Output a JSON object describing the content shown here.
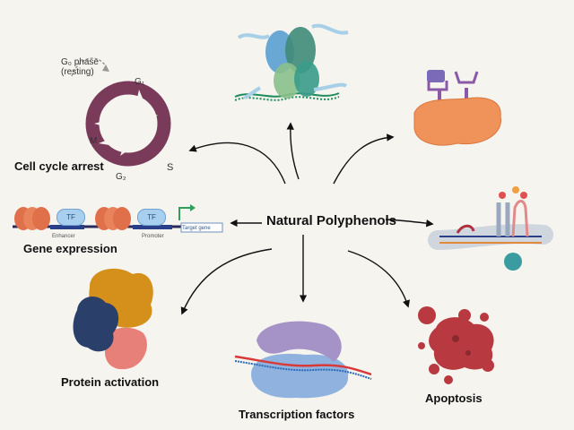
{
  "center": {
    "label": "Natural Polyphenols"
  },
  "effects": {
    "cell_cycle_arrest": "Cell cycle arrest",
    "gene_expression": "Gene expression",
    "protein_activation": "Protein activation",
    "transcription_factors": "Transcription factors",
    "apoptosis": "Apoptosis"
  },
  "cell_cycle": {
    "g0_phase": "G₀ phase",
    "g0_note": "(resting)",
    "g1": "G₁",
    "m": "M",
    "s": "S",
    "g2": "G₂"
  },
  "gene_diagram": {
    "tf1": "TF",
    "tf2": "TF",
    "enhancer": "Enhancer",
    "promoter": "Promoter",
    "target_gene": "Target gene"
  },
  "colors": {
    "cycle_ring": "#7a3a5a",
    "nucleosome": "#e0704a",
    "tf_fill": "#a9cfee",
    "protein_orange": "#f0935a",
    "receptor": "#8a5aa8",
    "apoptosis": "#b83a40",
    "protein_gold": "#d4901a",
    "protein_navy": "#2a3f6a",
    "protein_pink": "#e8807a",
    "tf_protein_purple": "#a592c6",
    "tf_protein_blue": "#8fb3de",
    "arrow": "#111111"
  }
}
